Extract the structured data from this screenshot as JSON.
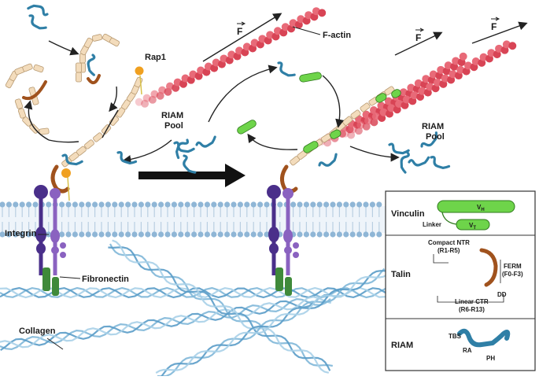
{
  "labels": {
    "rap1": "Rap1",
    "f_actin": "F-actin",
    "force": "F",
    "riam_pool_left_1": "RIAM",
    "riam_pool_left_2": "Pool",
    "riam_pool_right_1": "RIAM",
    "riam_pool_right_2": "Pool",
    "integrin": "Integrin",
    "fibronectin": "Fibronectin",
    "collagen": "Collagen"
  },
  "legend": {
    "vinculin": {
      "title": "Vinculin",
      "linker": "Linker",
      "vh": "V",
      "vh_sub": "H",
      "vt": "V",
      "vt_sub": "T"
    },
    "talin": {
      "title": "Talin",
      "compact_ntr_1": "Compact NTR",
      "compact_ntr_2": "(R1-R5)",
      "ferm_1": "FERM",
      "ferm_2": "(F0-F3)",
      "linear_ctr_1": "Linear CTR",
      "linear_ctr_2": "(R6-R13)",
      "dd": "DD"
    },
    "riam": {
      "title": "RIAM",
      "tbs": "TBS",
      "ra": "RA",
      "ph": "PH"
    }
  },
  "colors": {
    "membrane": "#8fb6d6",
    "talin": "#f3dcbc",
    "talin_edge": "#b89a72",
    "ferm": "#a0521d",
    "riam": "#2f7fa6",
    "vinculin": "#6ed44a",
    "actin": "#d84455",
    "integrin_a": "#4a2f8a",
    "integrin_b": "#8a62c0",
    "fibronectin": "#3f8a3a",
    "collagen": "#7fb7d8",
    "rap1": "#f0a020"
  }
}
